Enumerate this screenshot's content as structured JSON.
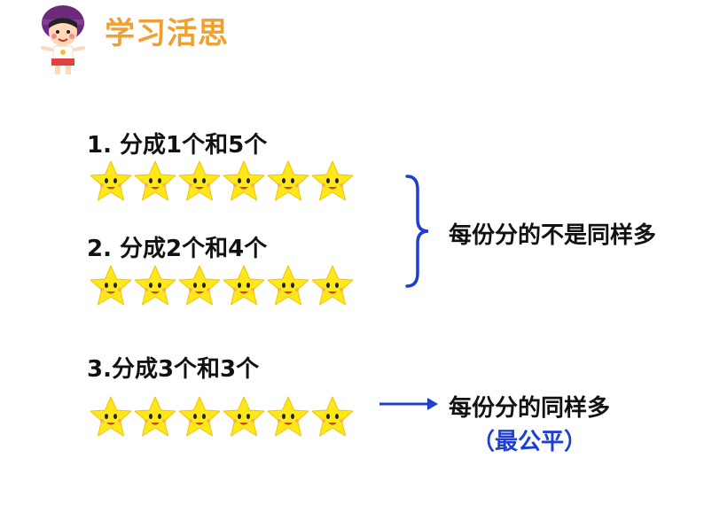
{
  "header": {
    "title": "学习活思"
  },
  "items": [
    {
      "label": "1. 分成1个和5个",
      "stars": 6
    },
    {
      "label": "2. 分成2个和4个",
      "stars": 6
    },
    {
      "label": "3.分成3个和3个",
      "stars": 6
    }
  ],
  "results": {
    "unequal": "每份分的不是同样多",
    "equal": "每份分的同样多",
    "fair": "（最公平）"
  },
  "colors": {
    "title": "#f0a030",
    "brace": "#1e3fd0",
    "star": "#ffe81a"
  }
}
